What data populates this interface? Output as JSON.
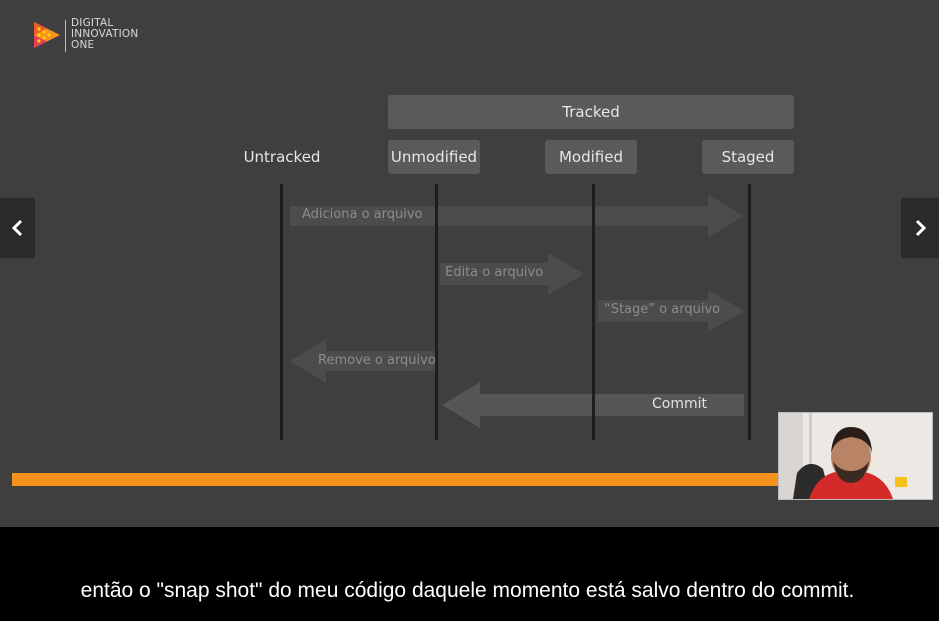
{
  "logo": {
    "line1": "DIGITAL",
    "line2": "INNOVATION",
    "line3": "ONE"
  },
  "diagram": {
    "tracked_label": "Tracked",
    "states": {
      "untracked": "Untracked",
      "unmodified": "Unmodified",
      "modified": "Modified",
      "staged": "Staged"
    },
    "arrows": {
      "add": "Adiciona o arquivo",
      "edit": "Edita o arquivo",
      "stage": "“Stage” o arquivo",
      "remove": "Remove o arquivo",
      "commit": "Commit"
    }
  },
  "subtitle": "então o \"snap shot\" do meu código daquele momento está salvo dentro do commit.",
  "colors": {
    "slide_bg": "#3f3f40",
    "box_bg": "#5a5a5a",
    "progress_bar": "#f7921e",
    "subtitle_bg": "#000000"
  },
  "icons": {
    "prev": "chevron-left-icon",
    "next": "chevron-right-icon",
    "logo": "play-logo-icon"
  }
}
